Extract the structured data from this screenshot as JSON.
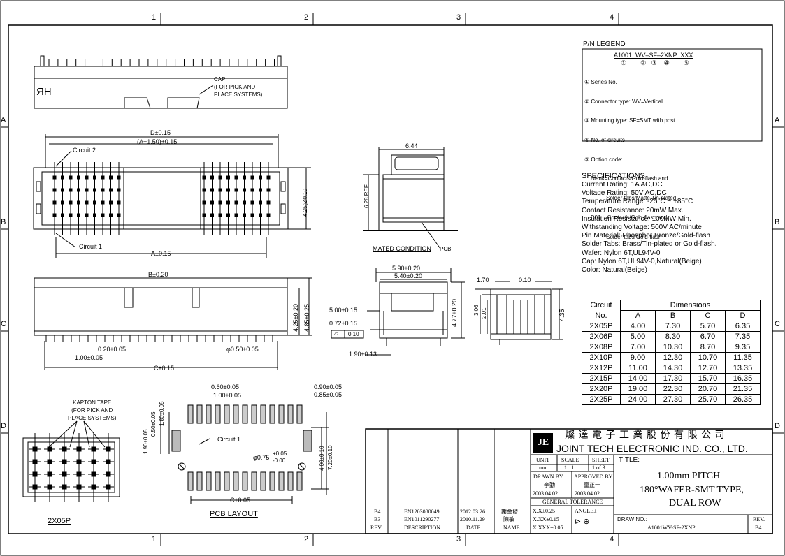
{
  "border": {
    "cols": [
      "1",
      "2",
      "3",
      "4"
    ],
    "rows": [
      "A",
      "B",
      "C",
      "D"
    ]
  },
  "top_view": {
    "hr_mark": "HR",
    "cap_label": "CAP\n(FOR PICK AND\nPLACE SYSTEMS)"
  },
  "plan_view": {
    "d_dim": "D±0.15",
    "a_plus_dim": "(A+1.50)±0.15",
    "circuit2": "Circuit 2",
    "circuit1": "Circuit 1",
    "a_dim": "A±0.15",
    "height_dim": "4.25(Ø0.10"
  },
  "front_view": {
    "b_dim": "B±0.20",
    "h1": "4.25±0.20",
    "h2": "4.85±0.25",
    "d020": "0.20±0.05",
    "d100": "1.00±0.05",
    "d050": "φ0.50±0.05",
    "c_dim": "C±0.15"
  },
  "kapton": {
    "label": "KAPTON TAPE\n(FOR PICK AND\nPLACE SYSTEMS)",
    "caption": "2X05P"
  },
  "pcb": {
    "d060": "0.60±0.05",
    "d100": "1.00±0.05",
    "d090": "0.90±0.05",
    "d085": "0.85±0.05",
    "v190": "1.90±0.05",
    "v050": "0.50±0.05",
    "v180": "1.80±0.05",
    "circuit1": "Circuit 1",
    "hole": "φ0.75",
    "hole_tol_up": "+0.05",
    "hole_tol_dn": "-0.00",
    "v400": "4.00±0.10",
    "v720": "7.20±0.10",
    "c_dim": "C±0.05",
    "caption": "PCB LAYOUT"
  },
  "mated": {
    "w644": "6.44",
    "h628": "6.28 REF.",
    "caption": "MATED CONDITION",
    "pcb": "PCB"
  },
  "side_view": {
    "d590": "5.90±0.20",
    "d540": "5.40±0.20",
    "d500": "5.00±0.15",
    "d072": "0.72±0.15",
    "flat_sym": "⏥",
    "flat_val": "0.10",
    "d477": "4.77±0.20",
    "d190": "1.90±0.13"
  },
  "end_view": {
    "d170": "1.70",
    "d010": "0.10",
    "d306": "3.06",
    "d201": "2.01",
    "d435": "4.35"
  },
  "legend": {
    "title": "P/N  LEGEND",
    "pn": "A1001  WV–SF–2XNP  XXX",
    "nums": "①        ②   ③    ④        ⑤",
    "items": [
      "① Series No.",
      "② Connector type: WV=Vertical",
      "③ Mounting type: SF=SMT with post",
      "④ No. of circuits",
      "⑤ Option code:",
      "    Blank=Contacts/Gold-flash and",
      "              Solder tabs/Matte Tin-plated",
      "    D01  =Contacts/Gold-flash and",
      "              Solder tabs/Gold-flash"
    ]
  },
  "specs": {
    "title": "SPECIFICATIONS",
    "lines": [
      "Current Rating:  1A  AC,DC",
      "Voltage Rating:  50V  AC,DC",
      "Temperature Range:  -25°C  ~  +85°C",
      "Contact Resistance:  20mW  Max.",
      "Insulation Resistance:  100MW  Min.",
      "Withstanding Voltage:  500V  AC/minute",
      "Pin Material:  Phosphor Bronze/Gold-flash",
      "Solder Tabs:  Brass/Tin-plated  or  Gold-flash.",
      "Wafer:  Nylon  6T,UL94V-0",
      "Cap:  Nylon  6T,UL94V-0,Natural(Beige)",
      "Color:  Natural(Beige)"
    ]
  },
  "dimensions_table": {
    "head1": "Circuit",
    "head2": "No.",
    "group": "Dimensions",
    "cols": [
      "A",
      "B",
      "C",
      "D"
    ],
    "rows": [
      [
        "2X05P",
        "4.00",
        "7.30",
        "5.70",
        "6.35"
      ],
      [
        "2X06P",
        "5.00",
        "8.30",
        "6.70",
        "7.35"
      ],
      [
        "2X08P",
        "7.00",
        "10.30",
        "8.70",
        "9.35"
      ],
      [
        "2X10P",
        "9.00",
        "12.30",
        "10.70",
        "11.35"
      ],
      [
        "2X12P",
        "11.00",
        "14.30",
        "12.70",
        "13.35"
      ],
      [
        "2X15P",
        "14.00",
        "17.30",
        "15.70",
        "16.35"
      ],
      [
        "2X20P",
        "19.00",
        "22.30",
        "20.70",
        "21.35"
      ],
      [
        "2X25P",
        "24.00",
        "27.30",
        "25.70",
        "26.35"
      ]
    ]
  },
  "title_block": {
    "company_cn": "燦 達 電 子 工 業 股 份 有 限 公 司",
    "company_en": "JOINT TECH ELECTRONIC IND. CO., LTD.",
    "logo": "JE",
    "unit_h": "UNIT",
    "scale_h": "SCALE",
    "sheet_h": "SHEET",
    "unit": "mm",
    "scale": "1 : 1",
    "sheet": "1 of 3",
    "title_h": "TITLE:",
    "title1": "1.00mm PITCH",
    "title2": "180°WAFER-SMT TYPE,",
    "title3": "DUAL ROW",
    "drawn_h": "DRAWN BY",
    "drawn": "李勤",
    "drawn_date": "2003.04.02",
    "appr_h": "APPROVED BY",
    "appr": "童正一",
    "appr_date": "2003.04.02",
    "gen_tol": "GENERAL TOLERANCE",
    "tol1": "X.X±0.25",
    "tol2": "X.XX±0.15",
    "tol3": "X.XXX±0.05",
    "angle": "ANGLE±",
    "draw_no_h": "DRAW NO.:",
    "draw_no": "A1001WV-SF-2XNP",
    "rev_h": "REV.",
    "rev": "B4",
    "rev_rows": [
      [
        "B4",
        "EN1203080049",
        "2012.03.26",
        "謝金發"
      ],
      [
        "B3",
        "EN1011290277",
        "2010.11.29",
        "陳敏"
      ]
    ],
    "rev_head": [
      "REV.",
      "DESCRIPTION",
      "DATE",
      "NAME"
    ]
  }
}
